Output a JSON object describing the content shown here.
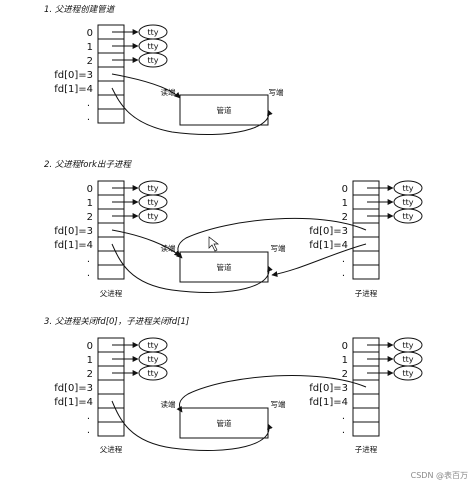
{
  "sections": [
    {
      "title": "1. 父进程创建管道",
      "parent": {
        "rows": [
          "0",
          "1",
          "2",
          "fd[0]=3",
          "fd[1]=4",
          ".",
          "."
        ],
        "label": ""
      },
      "pipe": {
        "label": "管道",
        "read_label": "读端",
        "write_label": "写端"
      },
      "ttys": [
        "tty",
        "tty",
        "tty"
      ],
      "child": null
    },
    {
      "title": "2. 父进程fork出子进程",
      "parent": {
        "rows": [
          "0",
          "1",
          "2",
          "fd[0]=3",
          "fd[1]=4",
          ".",
          "."
        ],
        "label": "父进程"
      },
      "pipe": {
        "label": "管道",
        "read_label": "读端",
        "write_label": "写端"
      },
      "ttys": [
        "tty",
        "tty",
        "tty"
      ],
      "child": {
        "rows": [
          "0",
          "1",
          "2",
          "fd[0]=3",
          "fd[1]=4",
          ".",
          "."
        ],
        "label": "子进程",
        "ttys": [
          "tty",
          "tty",
          "tty"
        ]
      }
    },
    {
      "title": "3. 父进程关闭fd[0]，子进程关闭fd[1]",
      "parent": {
        "rows": [
          "0",
          "1",
          "2",
          "fd[0]=3",
          "fd[1]=4",
          ".",
          "."
        ],
        "label": "父进程"
      },
      "pipe": {
        "label": "管道",
        "read_label": "读端",
        "write_label": "写端"
      },
      "ttys": [
        "tty",
        "tty",
        "tty"
      ],
      "child": {
        "rows": [
          "0",
          "1",
          "2",
          "fd[0]=3",
          "fd[1]=4",
          ".",
          "."
        ],
        "label": "子进程",
        "ttys": [
          "tty",
          "tty",
          "tty"
        ]
      }
    }
  ],
  "watermark": "CSDN @表百万"
}
